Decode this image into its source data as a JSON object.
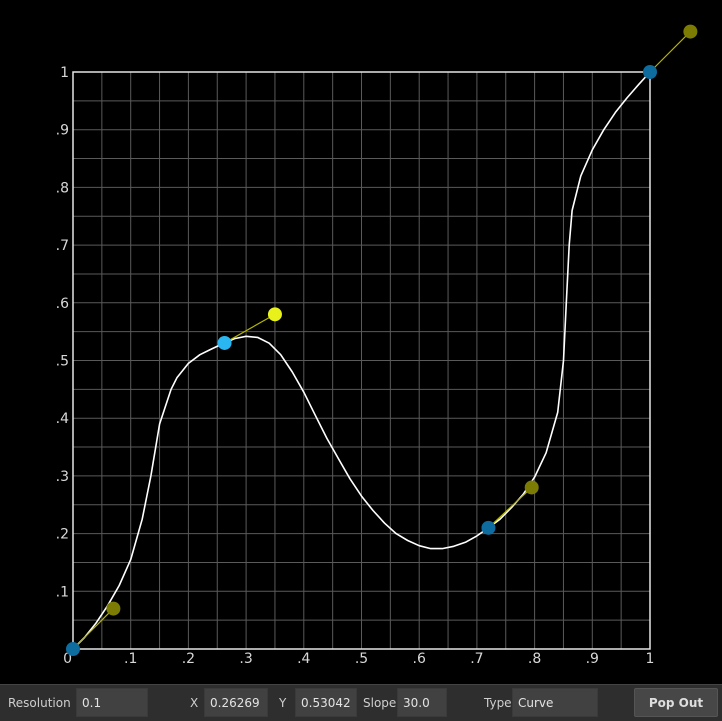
{
  "chart_data": {
    "type": "line",
    "xlim": [
      0,
      1
    ],
    "ylim": [
      0,
      1
    ],
    "grid": true,
    "grid_step": 0.05,
    "x_ticks": [
      "0",
      ".1",
      ".2",
      ".3",
      ".4",
      ".5",
      ".6",
      ".7",
      ".8",
      ".9",
      "1"
    ],
    "y_ticks": [
      "0",
      ".1",
      ".2",
      ".3",
      ".4",
      ".5",
      ".6",
      ".7",
      ".8",
      ".9",
      "1"
    ],
    "control_points": [
      {
        "x": 0.0,
        "y": 0.0,
        "selected": false
      },
      {
        "x": 0.26269,
        "y": 0.53042,
        "selected": true
      },
      {
        "x": 0.72,
        "y": 0.21,
        "selected": false
      },
      {
        "x": 1.0,
        "y": 1.0,
        "selected": false
      }
    ],
    "tangent_handles": [
      {
        "x": 0.07,
        "y": 0.07,
        "point": 0
      },
      {
        "x": 0.35,
        "y": 0.58,
        "point": 1
      },
      {
        "x": 0.795,
        "y": 0.28,
        "point": 2
      },
      {
        "x": 1.07,
        "y": 1.07,
        "point": 3
      }
    ],
    "curve": [
      [
        0.0,
        0.0
      ],
      [
        0.02,
        0.02
      ],
      [
        0.04,
        0.045
      ],
      [
        0.06,
        0.075
      ],
      [
        0.08,
        0.11
      ],
      [
        0.1,
        0.155
      ],
      [
        0.12,
        0.225
      ],
      [
        0.135,
        0.3
      ],
      [
        0.145,
        0.36
      ],
      [
        0.15,
        0.39
      ],
      [
        0.16,
        0.42
      ],
      [
        0.17,
        0.45
      ],
      [
        0.18,
        0.47
      ],
      [
        0.2,
        0.495
      ],
      [
        0.22,
        0.51
      ],
      [
        0.24,
        0.52
      ],
      [
        0.26269,
        0.53042
      ],
      [
        0.28,
        0.538
      ],
      [
        0.3,
        0.542
      ],
      [
        0.32,
        0.54
      ],
      [
        0.34,
        0.53
      ],
      [
        0.36,
        0.51
      ],
      [
        0.38,
        0.48
      ],
      [
        0.4,
        0.445
      ],
      [
        0.42,
        0.405
      ],
      [
        0.44,
        0.365
      ],
      [
        0.46,
        0.33
      ],
      [
        0.48,
        0.295
      ],
      [
        0.5,
        0.265
      ],
      [
        0.52,
        0.24
      ],
      [
        0.54,
        0.218
      ],
      [
        0.56,
        0.2
      ],
      [
        0.58,
        0.188
      ],
      [
        0.6,
        0.179
      ],
      [
        0.62,
        0.174
      ],
      [
        0.64,
        0.174
      ],
      [
        0.66,
        0.178
      ],
      [
        0.68,
        0.185
      ],
      [
        0.7,
        0.196
      ],
      [
        0.72,
        0.21
      ],
      [
        0.74,
        0.225
      ],
      [
        0.76,
        0.245
      ],
      [
        0.78,
        0.268
      ],
      [
        0.8,
        0.298
      ],
      [
        0.82,
        0.34
      ],
      [
        0.84,
        0.41
      ],
      [
        0.85,
        0.5
      ],
      [
        0.855,
        0.6
      ],
      [
        0.86,
        0.7
      ],
      [
        0.865,
        0.76
      ],
      [
        0.88,
        0.82
      ],
      [
        0.9,
        0.865
      ],
      [
        0.92,
        0.9
      ],
      [
        0.94,
        0.93
      ],
      [
        0.96,
        0.955
      ],
      [
        0.98,
        0.978
      ],
      [
        1.0,
        1.0
      ]
    ],
    "colors": {
      "background": "#000000",
      "grid": "#5a5a5a",
      "frame": "#e6e6e6",
      "curve": "#ffffff",
      "point": "#0f6c9e",
      "point_selected": "#2ab6f0",
      "handle": "#7c7c04",
      "handle_selected": "#e8f21a",
      "handle_line": "#b4b400"
    }
  },
  "toolbar": {
    "resolution_label": "Resolution",
    "resolution_value": "0.1",
    "x_label": "X",
    "x_value": "0.26269",
    "y_label": "Y",
    "y_value": "0.53042",
    "slope_label": "Slope",
    "slope_value": "30.0",
    "type_label": "Type",
    "type_value": "Curve",
    "popout_label": "Pop Out"
  }
}
